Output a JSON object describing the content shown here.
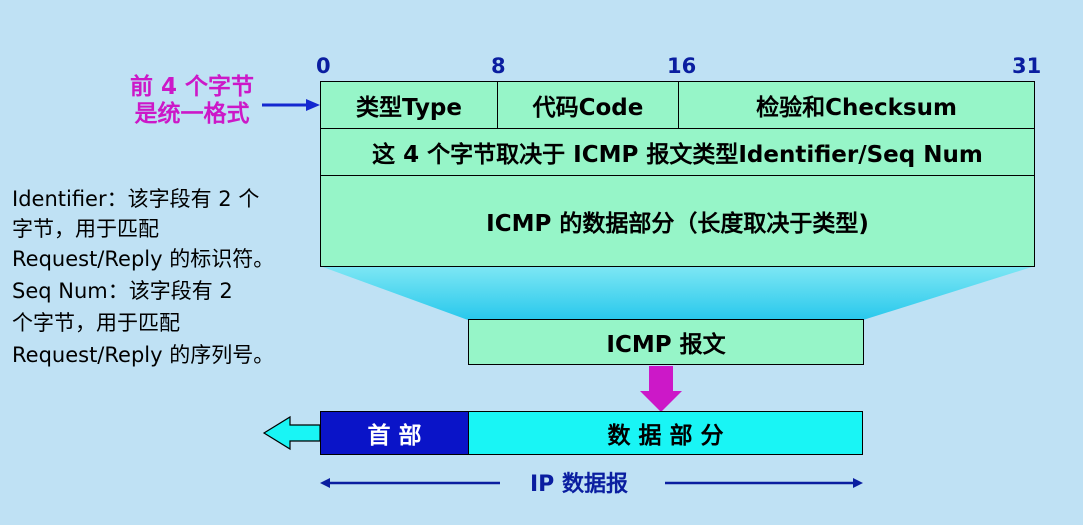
{
  "bit_positions": [
    "0",
    "8",
    "16",
    "31"
  ],
  "header_note": [
    "前 4 个字节",
    "是统一格式"
  ],
  "row1": {
    "type": "类型Type",
    "code": "代码Code",
    "checksum": "检验和Checksum"
  },
  "row2": "这 4 个字节取决于 ICMP 报文类型Identifier/Seq Num",
  "row3": "ICMP 的数据部分（长度取决于类型)",
  "icmp_message": "ICMP 报文",
  "description": [
    "Identifier：该字段有 2 个",
    "字节，用于匹配",
    "Request/Reply 的标识符。",
    "Seq Num：该字段有 2",
    "个字节，用于匹配",
    "Request/Reply 的序列号。"
  ],
  "ip_header": "首 部",
  "ip_data": "数 据 部 分",
  "ip_datagram": "IP 数据报",
  "colors": {
    "background": "#bfe1f4",
    "cell": "#96f5c8",
    "header_box": "#0a14c8",
    "data_box": "#19f5f5",
    "accent_magenta": "#cc18c8",
    "bit_blue": "#0a1ea0"
  }
}
